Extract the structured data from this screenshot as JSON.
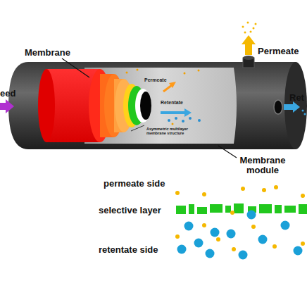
{
  "diagram": {
    "labels": [
      "Membrane",
      "Permeate",
      "eed",
      "Permeate",
      "Retentate",
      "Ret",
      "Asymmetric multilayer membrane structure",
      "Membrane module",
      "permeate side",
      "selective layer",
      "retentate side"
    ]
  }
}
